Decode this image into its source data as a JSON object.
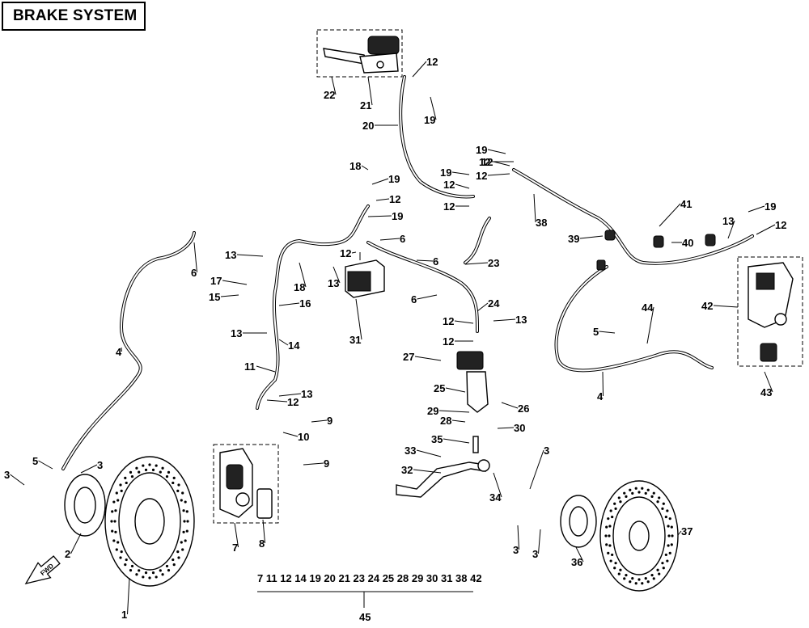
{
  "title": "BRAKE SYSTEM",
  "direction_marker": "FWD",
  "callouts": [
    {
      "id": "c1",
      "label": "1"
    },
    {
      "id": "c2",
      "label": "2"
    },
    {
      "id": "c3a",
      "label": "3"
    },
    {
      "id": "c3b",
      "label": "3"
    },
    {
      "id": "c3c",
      "label": "3"
    },
    {
      "id": "c3d",
      "label": "3"
    },
    {
      "id": "c3e",
      "label": "3"
    },
    {
      "id": "c4a",
      "label": "4"
    },
    {
      "id": "c4b",
      "label": "4"
    },
    {
      "id": "c5a",
      "label": "5"
    },
    {
      "id": "c5b",
      "label": "5"
    },
    {
      "id": "c6a",
      "label": "6"
    },
    {
      "id": "c6b",
      "label": "6"
    },
    {
      "id": "c6c",
      "label": "6"
    },
    {
      "id": "c6d",
      "label": "6"
    },
    {
      "id": "c7",
      "label": "7"
    },
    {
      "id": "c8",
      "label": "8"
    },
    {
      "id": "c9a",
      "label": "9"
    },
    {
      "id": "c9b",
      "label": "9"
    },
    {
      "id": "c10",
      "label": "10"
    },
    {
      "id": "c11",
      "label": "11"
    },
    {
      "id": "c12a",
      "label": "12"
    },
    {
      "id": "c12b",
      "label": "12"
    },
    {
      "id": "c12c",
      "label": "12"
    },
    {
      "id": "c12d",
      "label": "12"
    },
    {
      "id": "c12e",
      "label": "12"
    },
    {
      "id": "c12f",
      "label": "12"
    },
    {
      "id": "c12g",
      "label": "12"
    },
    {
      "id": "c12h",
      "label": "12"
    },
    {
      "id": "c12i",
      "label": "12"
    },
    {
      "id": "c12j",
      "label": "12"
    },
    {
      "id": "c12k",
      "label": "12"
    },
    {
      "id": "c12l",
      "label": "12"
    },
    {
      "id": "c13a",
      "label": "13"
    },
    {
      "id": "c13b",
      "label": "13"
    },
    {
      "id": "c13c",
      "label": "13"
    },
    {
      "id": "c13d",
      "label": "13"
    },
    {
      "id": "c13e",
      "label": "13"
    },
    {
      "id": "c13f",
      "label": "13"
    },
    {
      "id": "c14",
      "label": "14"
    },
    {
      "id": "c15",
      "label": "15"
    },
    {
      "id": "c16",
      "label": "16"
    },
    {
      "id": "c17",
      "label": "17"
    },
    {
      "id": "c18a",
      "label": "18"
    },
    {
      "id": "c18b",
      "label": "18"
    },
    {
      "id": "c19a",
      "label": "19"
    },
    {
      "id": "c19b",
      "label": "19"
    },
    {
      "id": "c19c",
      "label": "19"
    },
    {
      "id": "c19d",
      "label": "19"
    },
    {
      "id": "c19e",
      "label": "19"
    },
    {
      "id": "c19f",
      "label": "19"
    },
    {
      "id": "c20",
      "label": "20"
    },
    {
      "id": "c21",
      "label": "21"
    },
    {
      "id": "c22",
      "label": "22"
    },
    {
      "id": "c23",
      "label": "23"
    },
    {
      "id": "c24",
      "label": "24"
    },
    {
      "id": "c25",
      "label": "25"
    },
    {
      "id": "c26",
      "label": "26"
    },
    {
      "id": "c27",
      "label": "27"
    },
    {
      "id": "c28",
      "label": "28"
    },
    {
      "id": "c29",
      "label": "29"
    },
    {
      "id": "c30",
      "label": "30"
    },
    {
      "id": "c31",
      "label": "31"
    },
    {
      "id": "c32",
      "label": "32"
    },
    {
      "id": "c33",
      "label": "33"
    },
    {
      "id": "c34",
      "label": "34"
    },
    {
      "id": "c35",
      "label": "35"
    },
    {
      "id": "c36",
      "label": "36"
    },
    {
      "id": "c37",
      "label": "37"
    },
    {
      "id": "c38",
      "label": "38"
    },
    {
      "id": "c39",
      "label": "39"
    },
    {
      "id": "c40",
      "label": "40"
    },
    {
      "id": "c41",
      "label": "41"
    },
    {
      "id": "c42",
      "label": "42"
    },
    {
      "id": "c43",
      "label": "43"
    },
    {
      "id": "c44",
      "label": "44"
    },
    {
      "id": "c45",
      "label": "45"
    }
  ],
  "kit_group": {
    "members": "7 11 12 14 19 20 21 23 24 25 28 29 30 31 38 42",
    "label": "45"
  }
}
